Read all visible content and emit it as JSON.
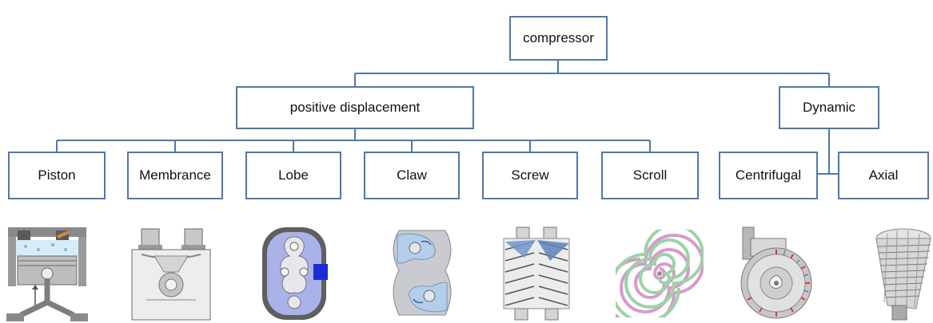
{
  "root": {
    "label": "compressor"
  },
  "categories": [
    {
      "label": "positive displacement"
    },
    {
      "label": "Dynamic"
    }
  ],
  "types": [
    {
      "label": "Piston",
      "icon": "piston-icon"
    },
    {
      "label": "Membrance",
      "icon": "membrane-icon"
    },
    {
      "label": "Lobe",
      "icon": "lobe-icon"
    },
    {
      "label": "Claw",
      "icon": "claw-icon"
    },
    {
      "label": "Screw",
      "icon": "screw-icon"
    },
    {
      "label": "Scroll",
      "icon": "scroll-icon"
    },
    {
      "label": "Centrifugal",
      "icon": "centrifugal-icon"
    },
    {
      "label": "Axial",
      "icon": "axial-icon"
    }
  ],
  "colors": {
    "box_border": "#4f79a8",
    "connector": "#4f79a8"
  }
}
